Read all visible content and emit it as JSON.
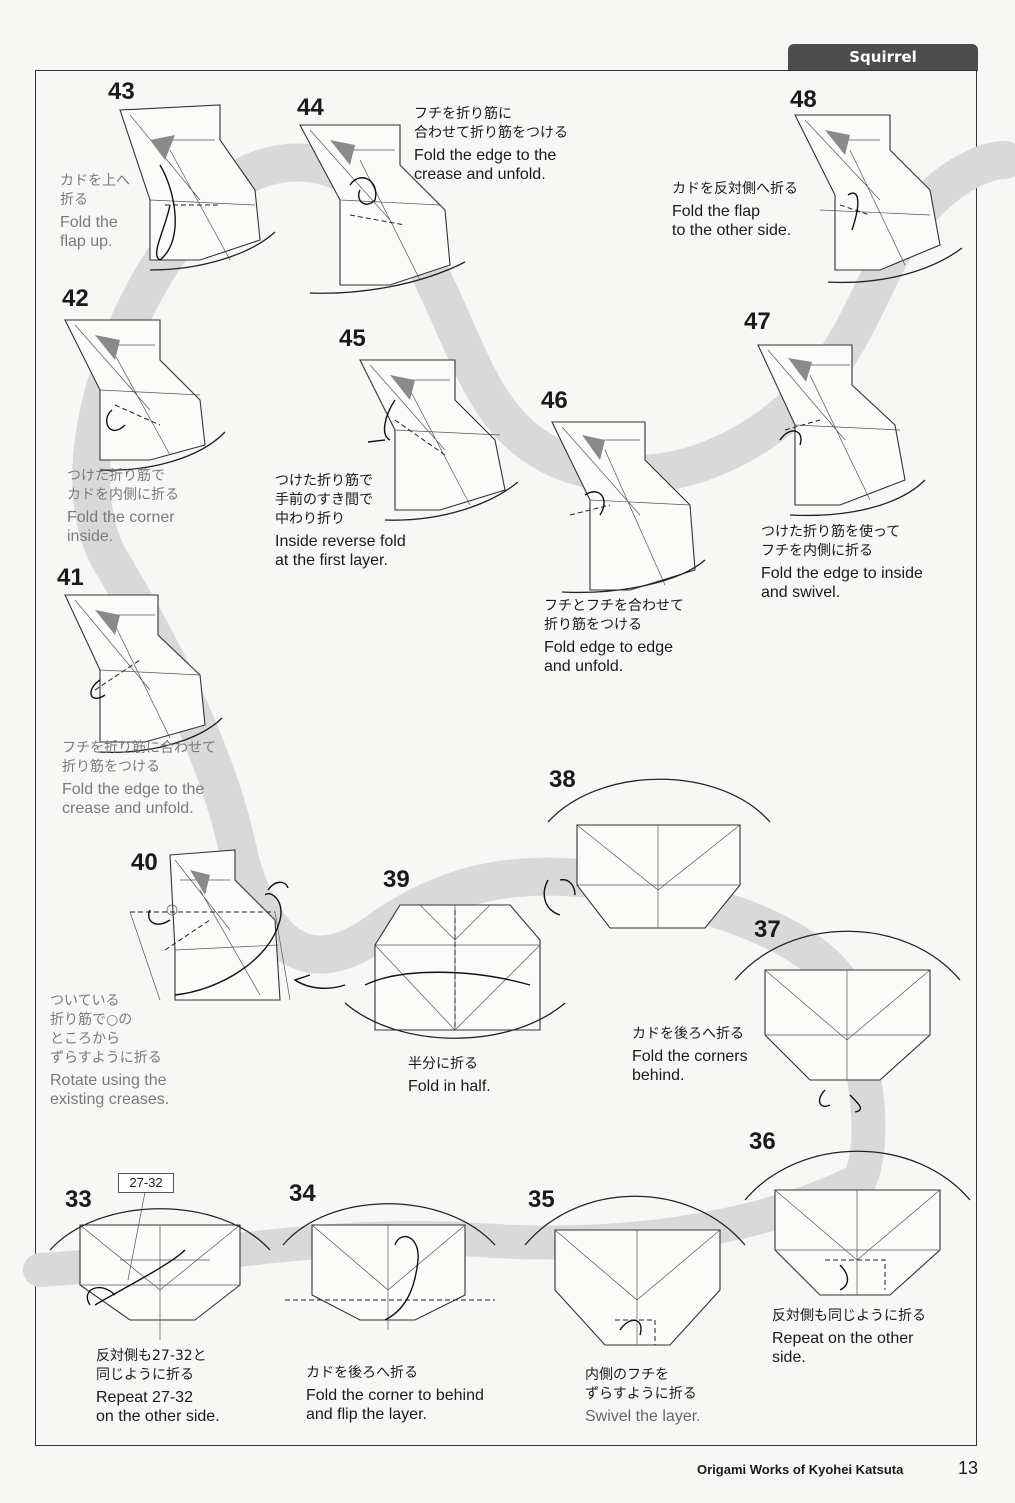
{
  "header": {
    "tab_title": "Squirrel"
  },
  "footer": {
    "book_title": "Origami Works of Kyohei Katsuta",
    "page_number": "13"
  },
  "steps": {
    "s33": {
      "num": "33",
      "ref": "27-32",
      "jp": "反対側も27-32と\n同じように折る",
      "en": "Repeat 27-32\non the other side."
    },
    "s34": {
      "num": "34",
      "jp": "カドを後ろへ折る",
      "en": "Fold the corner to behind\nand flip the layer."
    },
    "s35": {
      "num": "35",
      "jp": "内側のフチを\nずらすように折る",
      "en": "Swivel the layer."
    },
    "s36": {
      "num": "36",
      "jp": "反対側も同じように折る",
      "en": "Repeat on the other\nside."
    },
    "s37": {
      "num": "37",
      "jp": "カドを後ろへ折る",
      "en": "Fold the corners\nbehind."
    },
    "s38": {
      "num": "38"
    },
    "s39": {
      "num": "39",
      "jp": "半分に折る",
      "en": "Fold in half."
    },
    "s40": {
      "num": "40",
      "jp": "ついている\n折り筋で○の\nところから\nずらすように折る",
      "en": "Rotate using the\nexisting creases."
    },
    "s41": {
      "num": "41",
      "jp": "フチを折り筋に合わせて\n折り筋をつける",
      "en": "Fold the edge to the\ncrease and unfold."
    },
    "s42": {
      "num": "42",
      "jp": "つけた折り筋で\nカドを内側に折る",
      "en": "Fold the corner\ninside."
    },
    "s43": {
      "num": "43",
      "jp": "カドを上へ\n折る",
      "en": "Fold the\nflap up."
    },
    "s44": {
      "num": "44",
      "jp": "フチを折り筋に\n合わせて折り筋をつける",
      "en": "Fold the edge to the\ncrease and unfold."
    },
    "s45": {
      "num": "45",
      "jp": "つけた折り筋で\n手前のすき間で\n中わり折り",
      "en": "Inside reverse fold\nat the first layer."
    },
    "s46": {
      "num": "46",
      "jp": "フチとフチを合わせて\n折り筋をつける",
      "en": "Fold edge to edge\nand unfold."
    },
    "s47": {
      "num": "47",
      "jp": "つけた折り筋を使って\nフチを内側に折る",
      "en": "Fold the edge to inside\nand swivel."
    },
    "s48": {
      "num": "48",
      "jp": "カドを反対側へ折る",
      "en": "Fold the flap\nto the other side."
    }
  }
}
